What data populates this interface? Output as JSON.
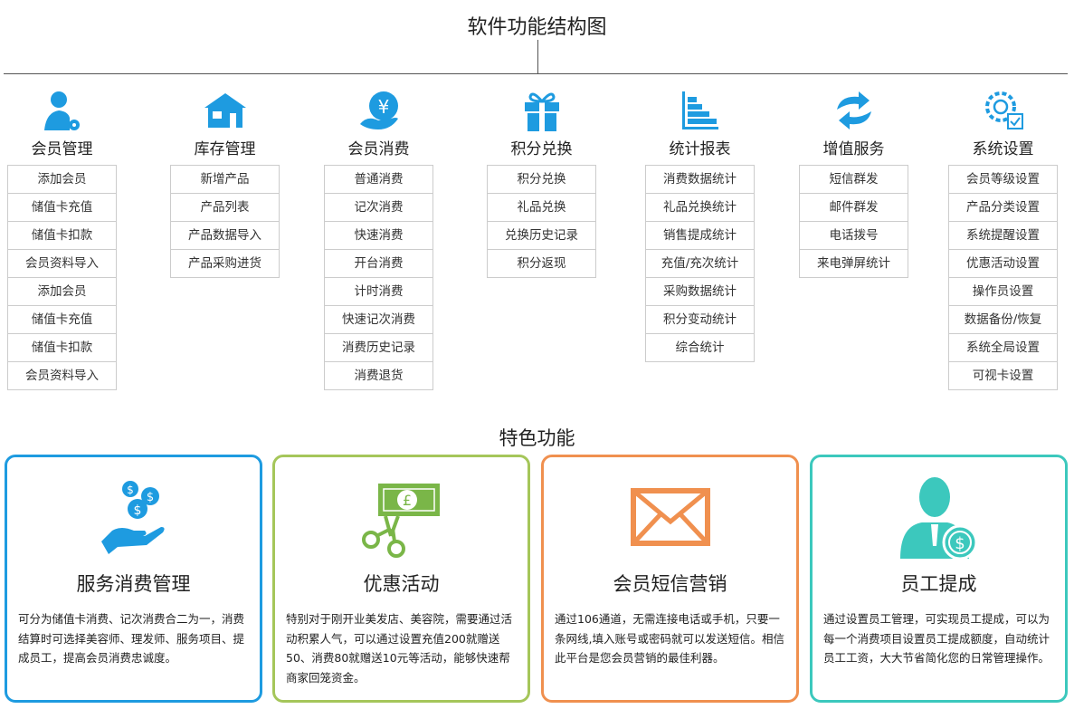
{
  "title": "软件功能结构图",
  "colors": {
    "icon_blue": "#1e9be0",
    "card_blue": "#1e9be0",
    "card_green": "#a5c65a",
    "card_orange": "#f0904f",
    "card_teal": "#3cc8bd"
  },
  "columns": [
    {
      "title": "会员管理",
      "icon": "user-gear-icon",
      "items": [
        "添加会员",
        "储值卡充值",
        "储值卡扣款",
        "会员资料导入",
        "添加会员",
        "储值卡充值",
        "储值卡扣款",
        "会员资料导入"
      ]
    },
    {
      "title": "库存管理",
      "icon": "house-icon",
      "items": [
        "新增产品",
        "产品列表",
        "产品数据导入",
        "产品采购进货"
      ]
    },
    {
      "title": "会员消费",
      "icon": "yen-hand-icon",
      "items": [
        "普通消费",
        "记次消费",
        "快速消费",
        "开台消费",
        "计时消费",
        "快速记次消费",
        "消费历史记录",
        "消费退货"
      ]
    },
    {
      "title": "积分兑换",
      "icon": "gift-icon",
      "items": [
        "积分兑换",
        "礼品兑换",
        "兑换历史记录",
        "积分返现"
      ]
    },
    {
      "title": "统计报表",
      "icon": "bar-chart-icon",
      "items": [
        "消费数据统计",
        "礼品兑换统计",
        "销售提成统计",
        "充值/充次统计",
        "采购数据统计",
        "积分变动统计",
        "综合统计"
      ]
    },
    {
      "title": "增值服务",
      "icon": "refresh-arrows-icon",
      "items": [
        "短信群发",
        "邮件群发",
        "电话拨号",
        "来电弹屏统计"
      ]
    },
    {
      "title": "系统设置",
      "icon": "settings-gear-icon",
      "items": [
        "会员等级设置",
        "产品分类设置",
        "系统提醒设置",
        "优惠活动设置",
        "操作员设置",
        "数据备份/恢复",
        "系统全局设置",
        "可视卡设置"
      ]
    }
  ],
  "features_title": "特色功能",
  "features": [
    {
      "title": "服务消费管理",
      "icon": "coins-hand-icon",
      "text": "可分为储值卡消费、记次消费合二为一，消费结算时可选择美容师、理发师、服务项目、提成员工，提高会员消费忠诚度。"
    },
    {
      "title": "优惠活动",
      "icon": "coupon-scissors-icon",
      "text": "特别对于刚开业美发店、美容院，需要通过活动积累人气，可以通过设置充值200就赠送50、消费80就赠送10元等活动，能够快速帮商家回笼资金。"
    },
    {
      "title": "会员短信营销",
      "icon": "envelope-icon",
      "text": "通过106通道，无需连接电话或手机，只要一条网线,填入账号或密码就可以发送短信。相信此平台是您会员营销的最佳利器。"
    },
    {
      "title": "员工提成",
      "icon": "employee-coin-icon",
      "text": "通过设置员工管理，可实现员工提成，可以为每一个消费项目设置员工提成额度，自动统计员工工资，大大节省简化您的日常管理操作。"
    }
  ]
}
